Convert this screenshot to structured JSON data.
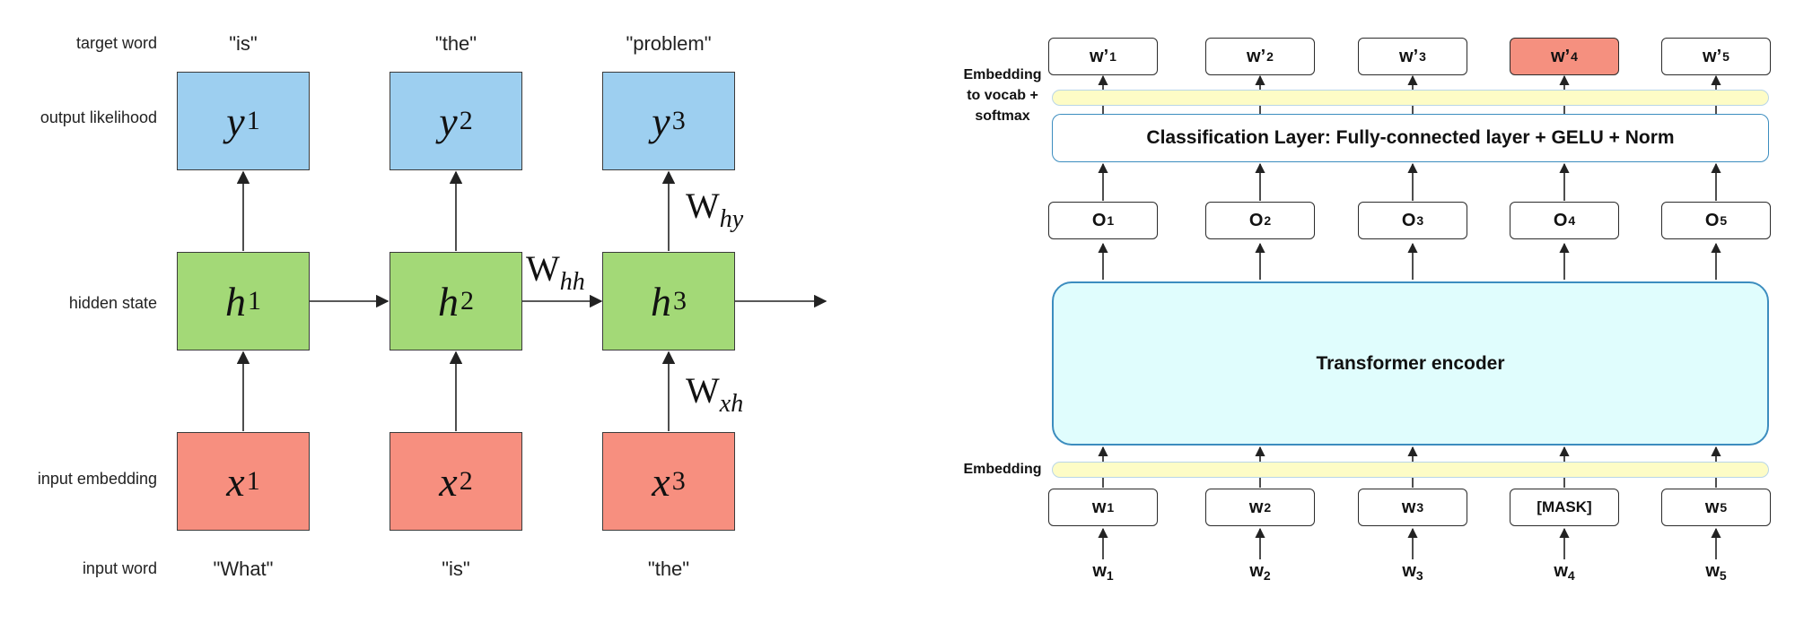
{
  "rnn": {
    "row_labels": {
      "target": "target word",
      "output": "output likelihood",
      "hidden": "hidden state",
      "input_embedding": "input embedding",
      "input_word": "input word"
    },
    "target_words": [
      "\"is\"",
      "\"the\"",
      "\"problem\""
    ],
    "input_words": [
      "\"What\"",
      "\"is\"",
      "\"the\""
    ],
    "outputs": [
      {
        "v": "y",
        "i": "1"
      },
      {
        "v": "y",
        "i": "2"
      },
      {
        "v": "y",
        "i": "3"
      }
    ],
    "hiddens": [
      {
        "v": "h",
        "i": "1"
      },
      {
        "v": "h",
        "i": "2"
      },
      {
        "v": "h",
        "i": "3"
      }
    ],
    "inputs": [
      {
        "v": "x",
        "i": "1"
      },
      {
        "v": "x",
        "i": "2"
      },
      {
        "v": "x",
        "i": "3"
      }
    ],
    "weights": {
      "hy": {
        "w": "W",
        "sub": "hy"
      },
      "hh": {
        "w": "W",
        "sub": "hh"
      },
      "xh": {
        "w": "W",
        "sub": "xh"
      }
    },
    "colors": {
      "output": "#9dcff0",
      "hidden": "#a3d977",
      "input": "#f78f7f"
    }
  },
  "bert": {
    "predicted": [
      {
        "t": "w’",
        "i": "1"
      },
      {
        "t": "w’",
        "i": "2"
      },
      {
        "t": "w’",
        "i": "3"
      },
      {
        "t": "w’",
        "i": "4"
      },
      {
        "t": "w’",
        "i": "5"
      }
    ],
    "embedding_to_vocab_label": [
      "Embedding",
      "to vocab +",
      "softmax"
    ],
    "classification_layer": "Classification Layer: Fully-connected layer + GELU + Norm",
    "outputs": [
      {
        "t": "O",
        "i": "1"
      },
      {
        "t": "O",
        "i": "2"
      },
      {
        "t": "O",
        "i": "3"
      },
      {
        "t": "O",
        "i": "4"
      },
      {
        "t": "O",
        "i": "5"
      }
    ],
    "encoder": "Transformer encoder",
    "embedding_label": "Embedding",
    "tokens": [
      {
        "t": "w",
        "i": "1"
      },
      {
        "t": "w",
        "i": "2"
      },
      {
        "t": "w",
        "i": "3"
      },
      {
        "t": "[MASK]",
        "i": ""
      },
      {
        "t": "w",
        "i": "5"
      }
    ],
    "input_words": [
      {
        "t": "w",
        "i": "1"
      },
      {
        "t": "w",
        "i": "2"
      },
      {
        "t": "w",
        "i": "3"
      },
      {
        "t": "w",
        "i": "4"
      },
      {
        "t": "w",
        "i": "5"
      }
    ],
    "colors": {
      "masked_prediction": "#f5907f",
      "embedding_strip": "#fdfcc6",
      "encoder_fill": "#e0fdfd",
      "border_accent": "#3c8dbf"
    }
  }
}
